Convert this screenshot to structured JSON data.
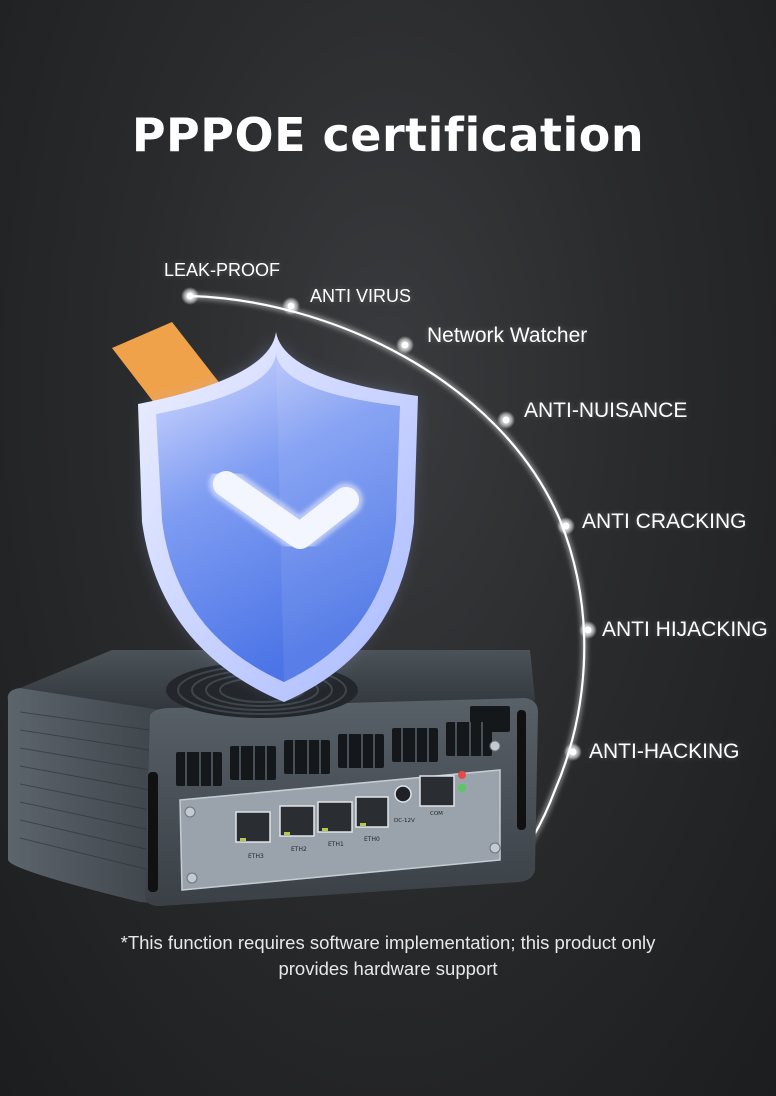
{
  "title": "PPPOE certification",
  "features": [
    "LEAK-PROOF",
    "ANTI VIRUS",
    "Network Watcher",
    "ANTI-NUISANCE",
    "ANTI CRACKING",
    "ANTI HIJACKING",
    "ANTI-HACKING"
  ],
  "device": {
    "port_labels": [
      "ETH3",
      "ETH2",
      "ETH1",
      "ETH0"
    ],
    "power_label": "DC-12V",
    "console_label": "COM"
  },
  "footnote": {
    "line1": "*This function requires software implementation; this product only",
    "line2": "provides hardware support"
  },
  "colors": {
    "shield_top": "#c9d2ff",
    "shield_bottom": "#4f7ae8",
    "arc_glow": "#ffffff",
    "device_body": "#3f464c",
    "orange_card": "#f0a24a"
  },
  "icons": [
    "shield-check-icon",
    "arc-node-icon"
  ]
}
